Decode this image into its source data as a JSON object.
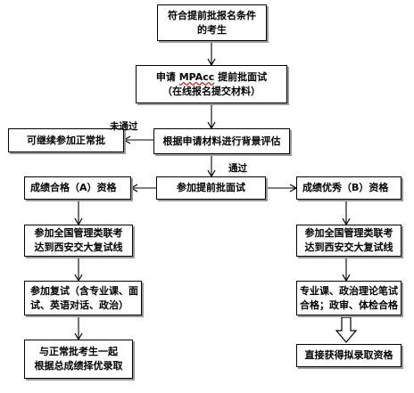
{
  "boxes": {
    "eligible": [
      "符合提前批报名条件",
      "的考生"
    ],
    "apply": {
      "prefix": "申请 ",
      "highlight": "MPAcc",
      "suffix": " 提前批面试",
      "line2": "（在线报名提交材料）"
    },
    "background": "根据申请材料进行背景评估",
    "regular": "可继续参加正常批",
    "interview": "参加提前批面试",
    "qualified_a": "成绩合格（A）资格",
    "excellent_b": "成绩优秀（B）资格",
    "exam_a": [
      "参加全国管理类联考",
      "达到西安交大复试线"
    ],
    "exam_b": [
      "参加全国管理类联考",
      "达到西安交大复试线"
    ],
    "retest": [
      "参加复试（含专业课、面",
      "试、英语对话、政治）"
    ],
    "pass_b": [
      "专业课、政治理论笔试",
      "合格；政审、体检合格"
    ],
    "select": [
      "与正常批考生一起",
      "根据总成绩择优录取"
    ],
    "direct": "直接获得拟录取资格"
  },
  "labels": {
    "not_passed": "未通过",
    "passed": "通过"
  }
}
